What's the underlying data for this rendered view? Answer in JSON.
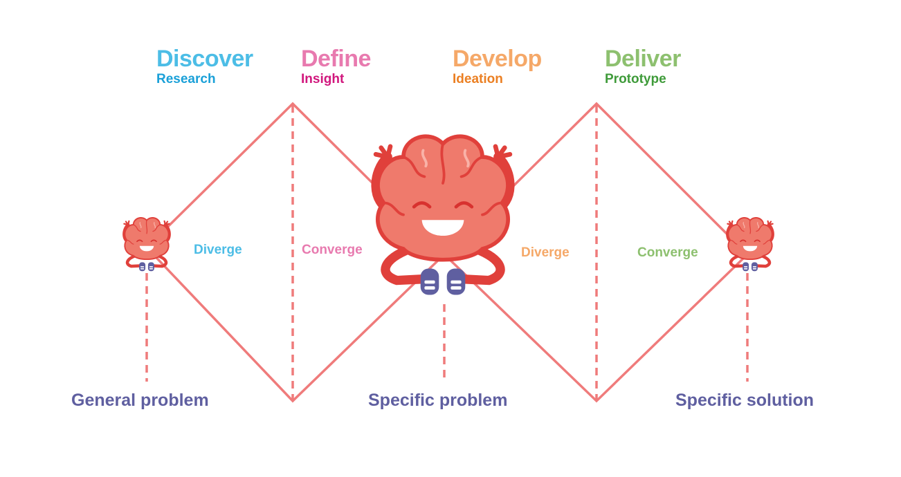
{
  "phases": [
    {
      "title": "Discover",
      "subtitle": "Research",
      "title_color": "#4cbde6",
      "subtitle_color": "#1aa0d8"
    },
    {
      "title": "Define",
      "subtitle": "Insight",
      "title_color": "#e87aaf",
      "subtitle_color": "#d1177d"
    },
    {
      "title": "Develop",
      "subtitle": "Ideation",
      "title_color": "#f5a868",
      "subtitle_color": "#eb7f22"
    },
    {
      "title": "Deliver",
      "subtitle": "Prototype",
      "title_color": "#8dc06f",
      "subtitle_color": "#3f9b3a"
    }
  ],
  "modes": [
    {
      "label": "Diverge",
      "color": "#4cbde6"
    },
    {
      "label": "Converge",
      "color": "#e87aaf"
    },
    {
      "label": "Diverge",
      "color": "#f5a868"
    },
    {
      "label": "Converge",
      "color": "#8dc06f"
    }
  ],
  "stages": [
    {
      "label": "General problem"
    },
    {
      "label": "Specific problem"
    },
    {
      "label": "Specific solution"
    }
  ],
  "colors": {
    "line": "#ef7b7b",
    "brain": "#ef7a6c",
    "brain_outline": "#e0403b",
    "shoe": "#5f5fa0",
    "stage_text": "#5f5fa0"
  }
}
